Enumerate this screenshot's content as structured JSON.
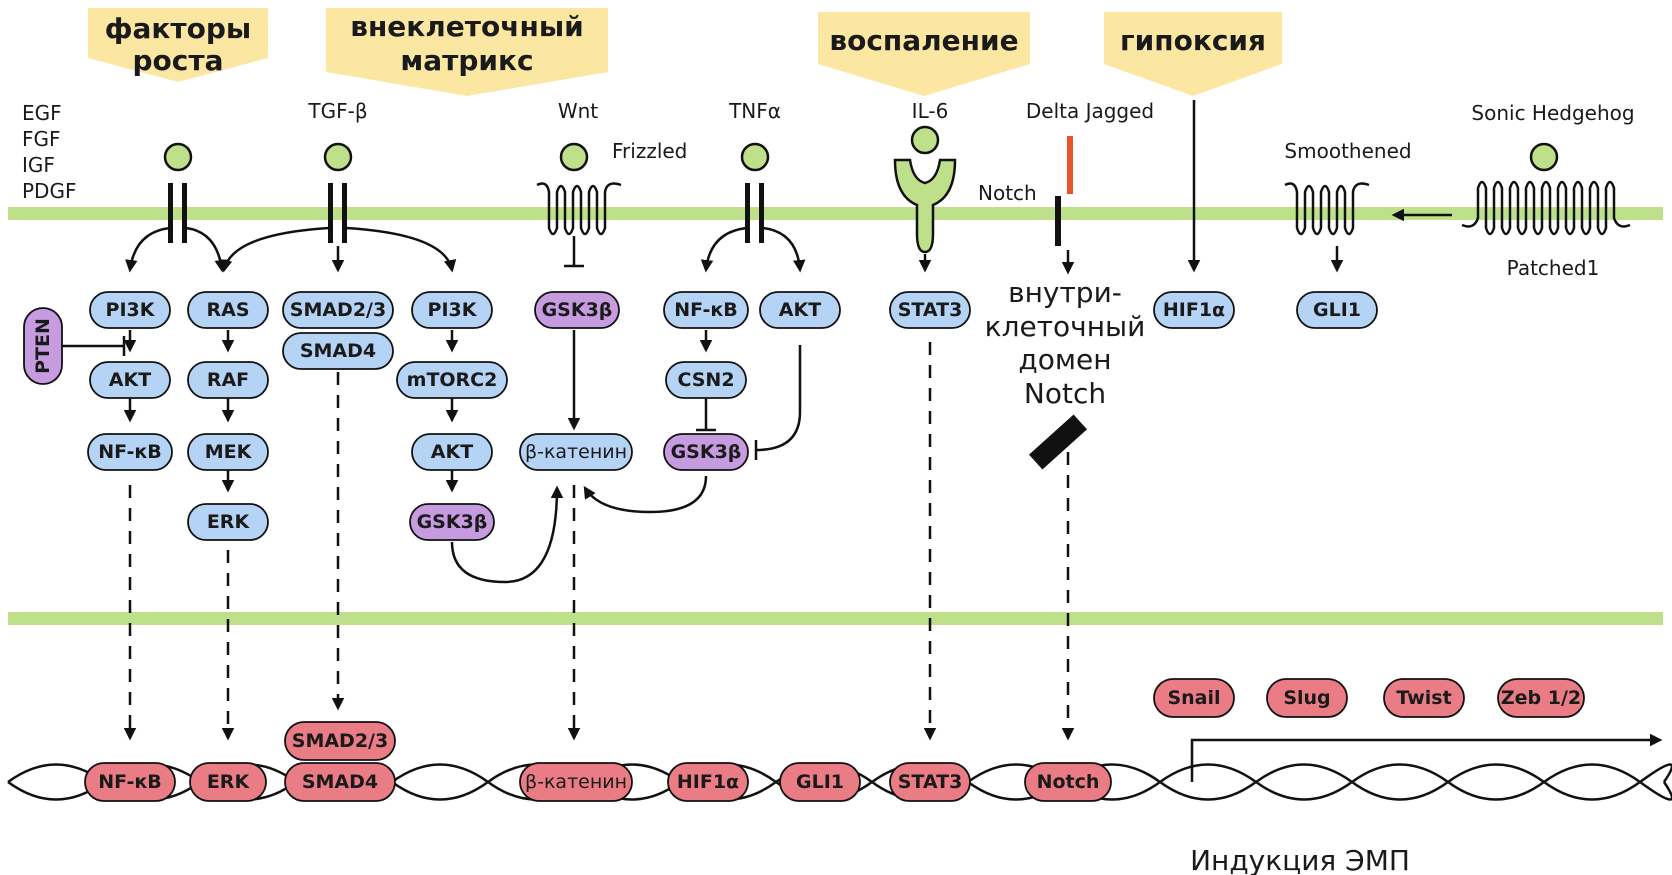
{
  "colors": {
    "membrane": "#bfe08a",
    "ligand": "#bfe08a",
    "blue_node": "#b5d3f5",
    "purple_node": "#c69be0",
    "red_node": "#ea7c86",
    "banner": "#fbe7a2",
    "delta_bar": "#e8532b"
  },
  "stimuli": {
    "growth": [
      "факторы",
      "роста"
    ],
    "ecm": [
      "внеклеточный",
      "матрикс"
    ],
    "inflammation": "воспаление",
    "hypoxia": "гипоксия"
  },
  "ligands": {
    "gf": [
      "EGF",
      "FGF",
      "IGF",
      "PDGF"
    ],
    "tgf": "TGF-β",
    "wnt": "Wnt",
    "frizzled": "Frizzled",
    "tnf": "TNFα",
    "il6": "IL-6",
    "delta": "Delta Jagged",
    "notch": "Notch",
    "shh": "Sonic Hedgehog",
    "smoothened": "Smoothened",
    "patched": "Patched1"
  },
  "cyto": {
    "pi3k1": "PI3K",
    "akt1": "AKT",
    "nfkb1": "NF-кB",
    "pten": "PTEN",
    "ras": "RAS",
    "raf": "RAF",
    "mek": "MEK",
    "erk": "ERK",
    "smad23": "SMAD2/3",
    "smad4": "SMAD4",
    "pi3k2": "PI3K",
    "mtorc2": "mTORC2",
    "akt2": "AKT",
    "gsk_tgf": "GSK3β",
    "gsk_wnt": "GSK3β",
    "bcat": "β-катенин",
    "nfkb2": "NF-кB",
    "akt3": "AKT",
    "csn2": "CSN2",
    "gsk_tnf": "GSK3β",
    "stat3": "STAT3",
    "nicd": [
      "внутри-",
      "клеточный",
      "домен",
      "Notch"
    ],
    "hif": "HIF1α",
    "gli": "GLI1"
  },
  "nucleus": {
    "nfkb": "NF-кB",
    "erk": "ERK",
    "smad23": "SMAD2/3",
    "smad4": "SMAD4",
    "bcat": "β-катенин",
    "hif": "HIF1α",
    "gli": "GLI1",
    "stat3": "STAT3",
    "notch": "Notch"
  },
  "tfs": [
    "Snail",
    "Slug",
    "Twist",
    "Zeb 1/2"
  ],
  "caption": "Индукция ЭМП"
}
